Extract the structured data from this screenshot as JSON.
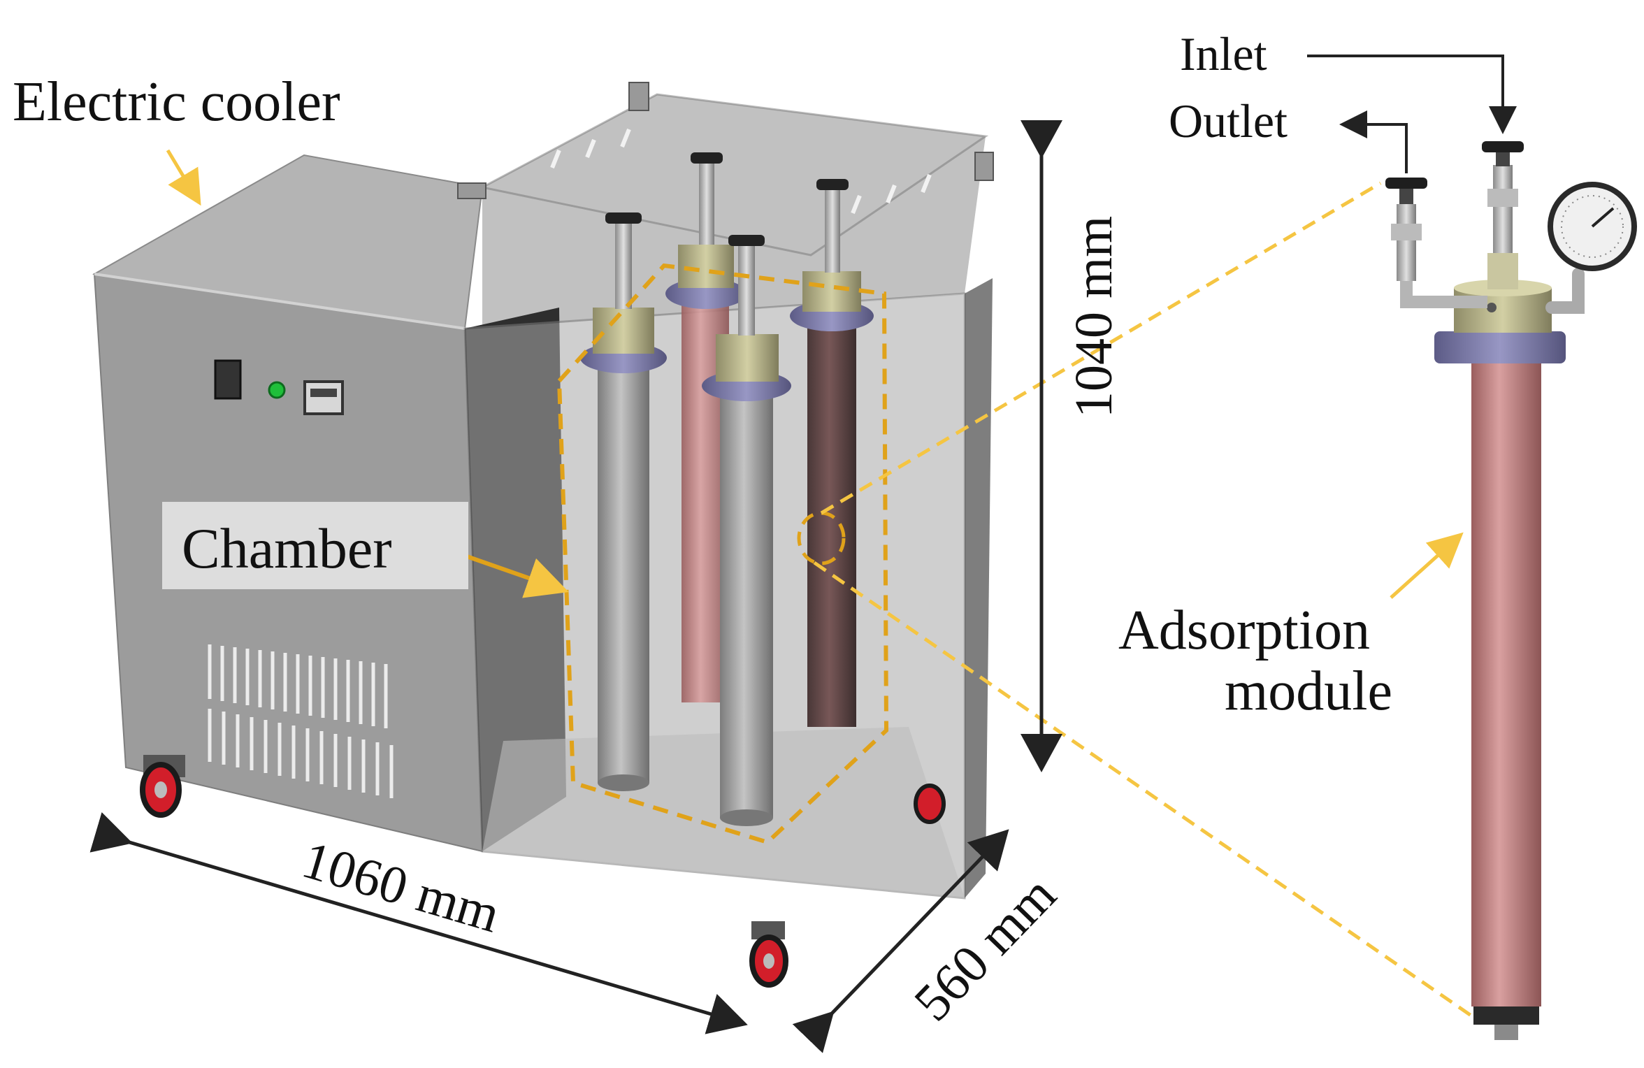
{
  "labels": {
    "electric_cooler": "Electric cooler",
    "chamber": "Chamber",
    "inlet": "Inlet",
    "outlet": "Outlet",
    "adsorption_line1": "Adsorption",
    "adsorption_line2": "module"
  },
  "dimensions": {
    "width": "1060 mm",
    "depth": "560 mm",
    "height": "1040 mm"
  },
  "colors": {
    "callout": "#f5c542",
    "chamber_outline": "#e0a21a",
    "dimension_arrow": "#222222",
    "cabinet_grey": "#9a9a9a",
    "column_pink": "#c98a8a",
    "flange_purple": "#7b7aa8",
    "cap_olive": "#b8b489",
    "wheel_red": "#d21e2a",
    "led_green": "#1fbf3a"
  }
}
